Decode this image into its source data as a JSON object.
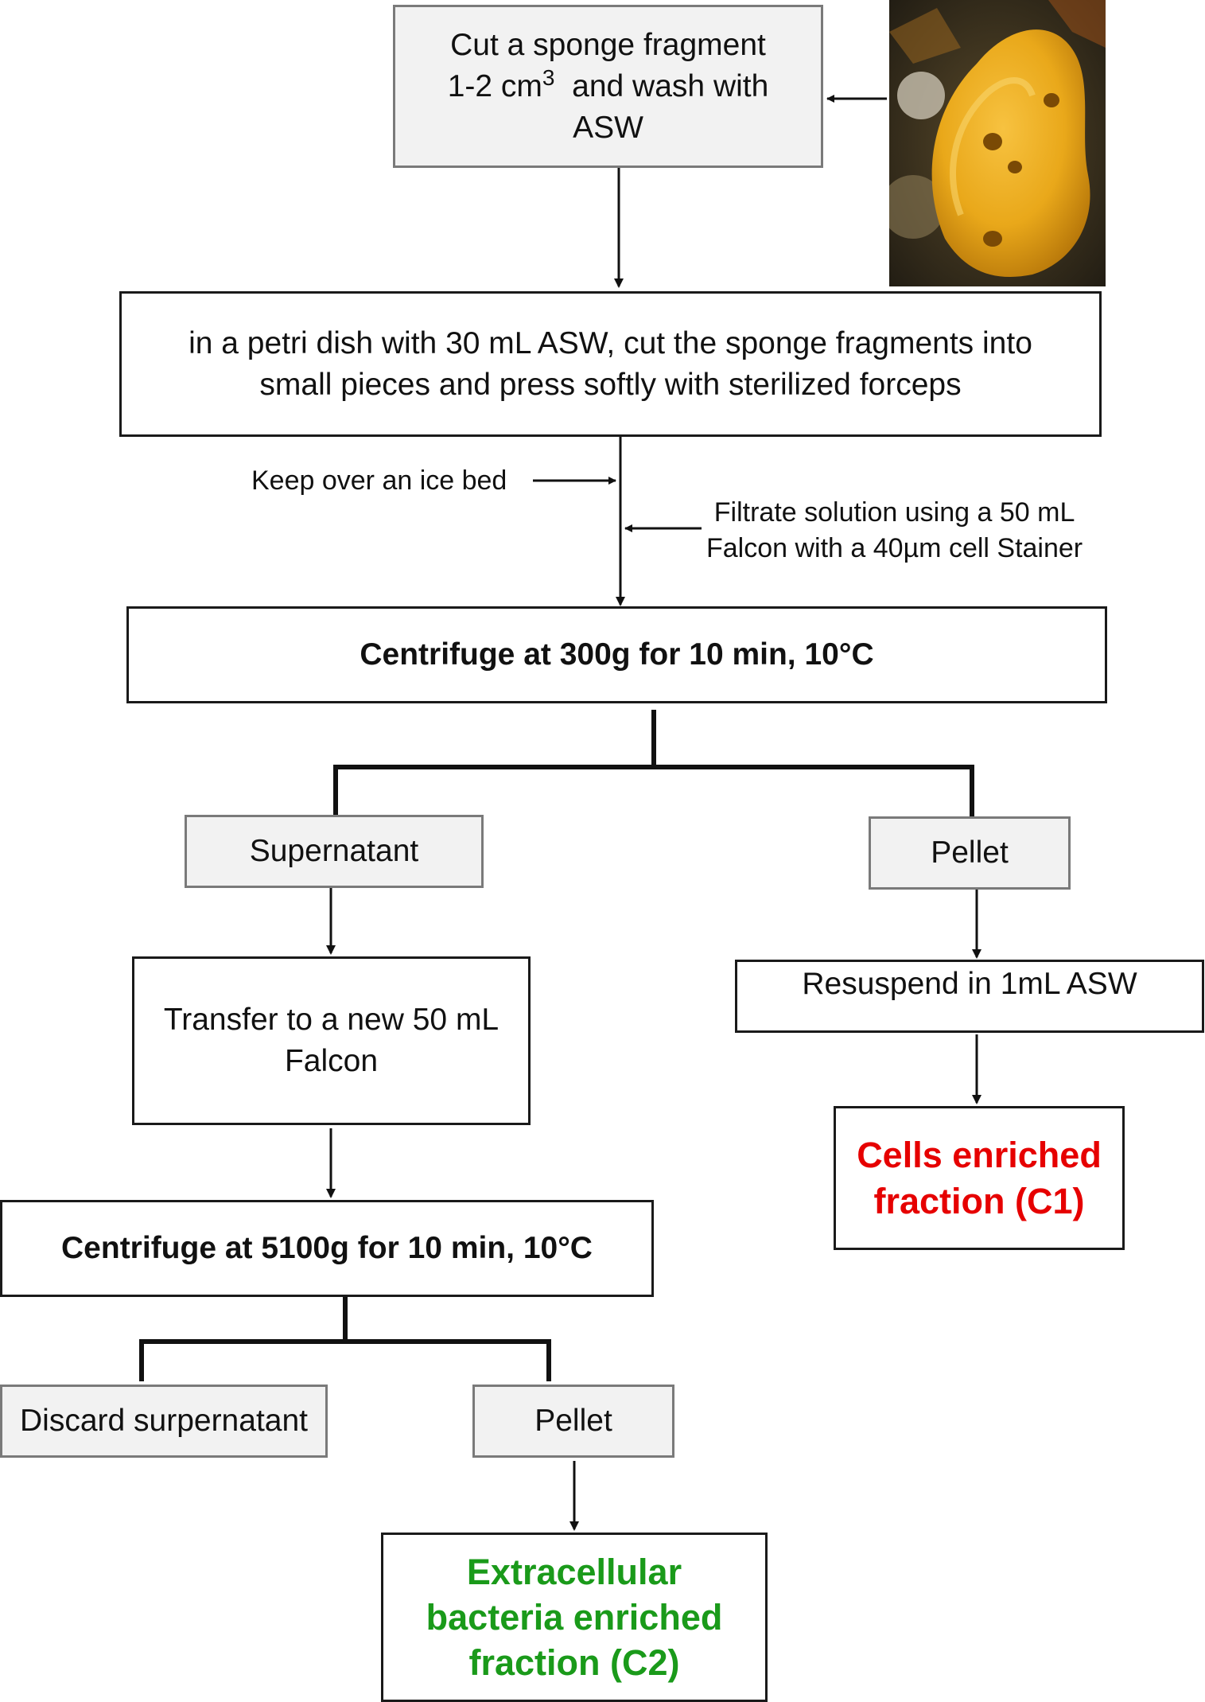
{
  "steps": {
    "cut": {
      "line1": "Cut a sponge fragment",
      "line2_pre": "1-2 cm",
      "line2_sup": "3",
      "line2_post": "  and wash with",
      "line3": "ASW"
    },
    "petri": {
      "line1": "in a petri dish with 30 mL ASW, cut the sponge fragments into",
      "line2": "small pieces and press softly with sterilized forceps"
    },
    "ice_note": "Keep over an ice bed",
    "filter_note": {
      "line1": "Filtrate solution using a 50 mL",
      "line2": "Falcon with a 40µm cell Stainer"
    },
    "centrifuge1": "Centrifuge at 300g for 10 min, 10°C",
    "supernatant": "Supernatant",
    "pellet1": "Pellet",
    "transfer": {
      "line1": "Transfer to a new 50 mL",
      "line2": "Falcon"
    },
    "resuspend": "Resuspend in 1mL ASW",
    "c1": {
      "line1": "Cells enriched",
      "line2": "fraction (C1)"
    },
    "centrifuge2": "Centrifuge at 5100g for 10 min, 10°C",
    "discard": "Discard surpernatant",
    "pellet2": "Pellet",
    "c2": {
      "line1": "Extracellular",
      "line2": "bacteria enriched",
      "line3": "fraction (C2)"
    }
  },
  "photo": {
    "subject": "yellow sponge photograph"
  },
  "colors": {
    "c1_text": "#e60000",
    "c2_text": "#1a9a1a",
    "grey_fill": "#f2f2f2",
    "grey_border": "#7a7a7a"
  }
}
